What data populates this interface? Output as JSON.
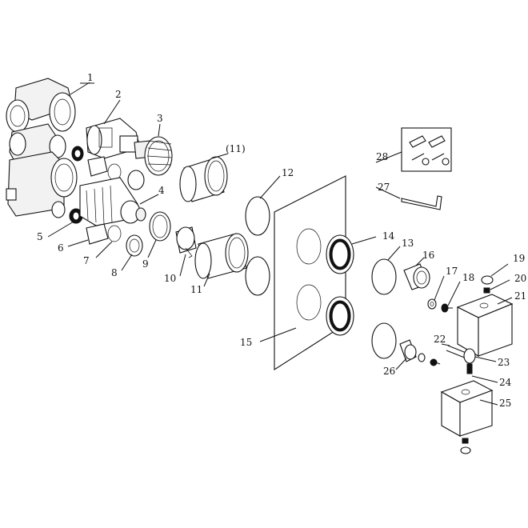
{
  "labels": {
    "p1": "1",
    "p2": "2",
    "p3": "3",
    "p11a": "(11)",
    "p4": "4",
    "p5": "5",
    "p6": "6",
    "p7": "7",
    "p8": "8",
    "p9": "9",
    "p10": "10",
    "p11": "11",
    "p12": "12",
    "p13": "13",
    "p14": "14",
    "p15": "15",
    "p16": "16",
    "p17": "17",
    "p18": "18",
    "p19": "19",
    "p20": "20",
    "p21": "21",
    "p22": "22",
    "p23": "23",
    "p24": "24",
    "p25": "25",
    "p26": "26",
    "p27": "27",
    "p28": "28"
  }
}
